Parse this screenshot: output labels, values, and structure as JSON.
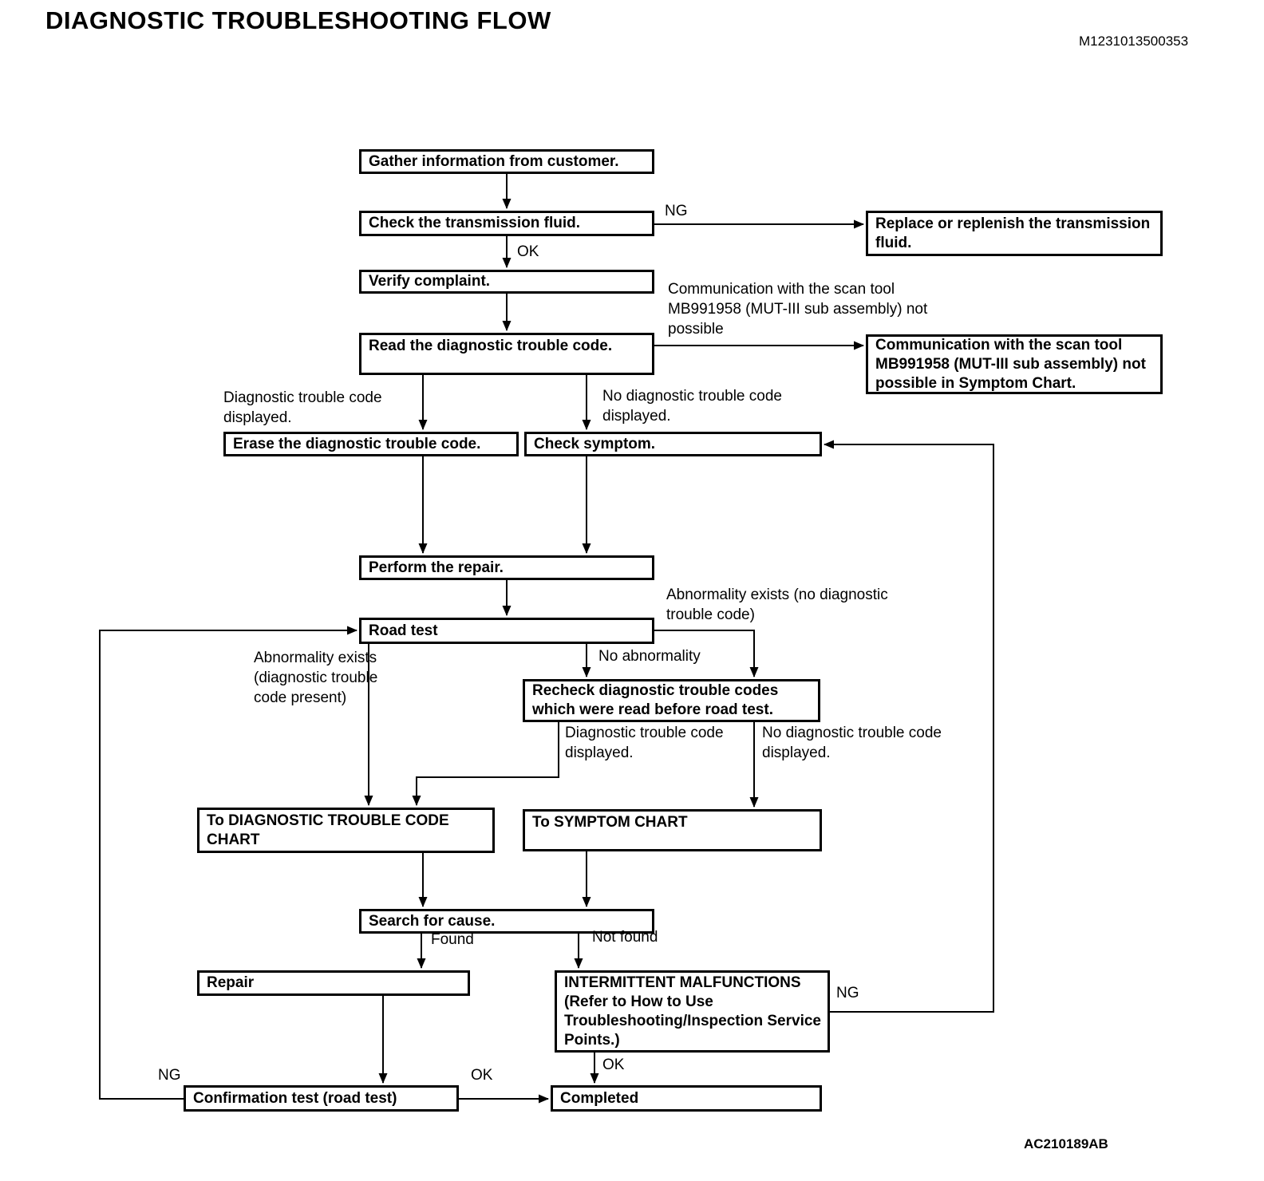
{
  "header": {
    "title": "DIAGNOSTIC TROUBLESHOOTING FLOW",
    "doc_code": "M1231013500353"
  },
  "footer": {
    "figure_code": "AC210189AB"
  },
  "nodes": {
    "gather": "Gather information from customer.",
    "check_fluid": "Check the  transmission fluid.",
    "replace_fluid": "Replace or replenish the transmission fluid.",
    "verify": "Verify complaint.",
    "read_dtc": "Read the diagnostic trouble code.",
    "comm_symptom_chart": "Communication with the scan tool MB991958 (MUT-III sub assembly) not possible in Symptom Chart.",
    "erase_dtc": "Erase the diagnostic trouble code.",
    "check_symptom": "Check symptom.",
    "perform_repair": "Perform the repair.",
    "road_test": "Road test",
    "recheck_dtc": "Recheck diagnostic trouble codes which were read before road test.",
    "to_dtc_chart": "To DIAGNOSTIC TROUBLE CODE CHART",
    "to_symptom_chart": "To SYMPTOM CHART",
    "search_cause": "Search for cause.",
    "repair": "Repair",
    "intermittent": "INTERMITTENT MALFUNCTIONS (Refer to How to Use Troubleshooting/Inspection Service Points.)",
    "confirmation_test": "Confirmation test (road test)",
    "completed": "Completed"
  },
  "edge_labels": {
    "ng": "NG",
    "ok": "OK",
    "comm_not_possible": "Communication with the scan tool MB991958 (MUT-III sub assembly) not possible",
    "dtc_displayed": "Diagnostic trouble code displayed.",
    "no_dtc_displayed": "No diagnostic trouble code displayed.",
    "abnormality_no_dtc": "Abnormality exists (no diagnostic trouble code)",
    "abnormality_dtc_present": "Abnormality exists (diagnostic trouble code present)",
    "no_abnormality": "No abnormality",
    "found": "Found",
    "not_found": "Not found"
  }
}
